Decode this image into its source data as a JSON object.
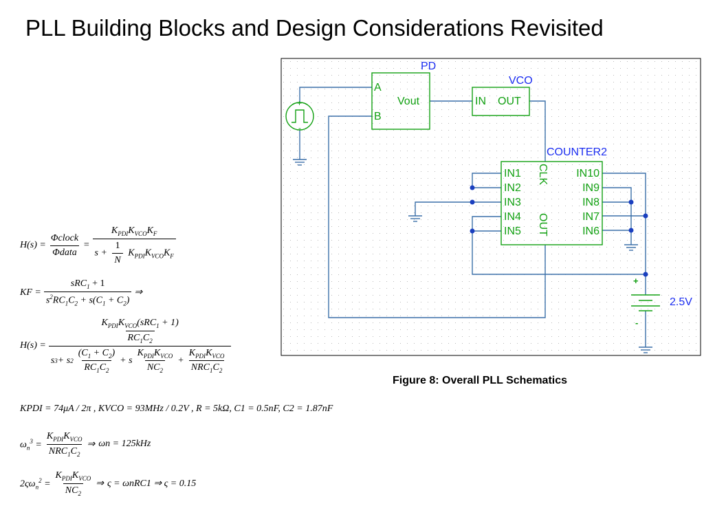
{
  "title": "PLL Building Blocks and Design Considerations Revisited",
  "figure_caption": "Figure 8: Overall PLL Schematics",
  "schematic": {
    "pd": {
      "name": "PD",
      "pin_a": "A",
      "pin_b": "B",
      "output": "Vout"
    },
    "vco": {
      "name": "VCO",
      "input": "IN",
      "output": "OUT"
    },
    "counter": {
      "name": "COUNTER2",
      "left_pins": [
        "IN1",
        "IN2",
        "IN3",
        "IN4",
        "IN5"
      ],
      "right_pins": [
        "IN10",
        "IN9",
        "IN8",
        "IN7",
        "IN6"
      ],
      "clk": "CLK",
      "out": "OUT"
    },
    "source": {
      "plus": "+",
      "minus": "-"
    },
    "battery": {
      "plus": "+",
      "minus": "-",
      "value": "2.5V"
    },
    "colors": {
      "wire": "#3a6fa8",
      "text_blue": "#1a2cf0",
      "text_green": "#11a011",
      "node": "#1a3fbf"
    }
  },
  "equations": {
    "hs_label": "H(s) =",
    "phi_clock": "Φclock",
    "phi_data": "Φdata",
    "eq": "=",
    "kf_label": "KF =",
    "implies": "⇒",
    "vals": "KPDI = 74μA / 2π , KVCO = 93MHz / 0.2V , R = 5kΩ, C1 = 0.5nF, C2 = 1.87nF",
    "wn_result": "ωn = 125kHz",
    "zeta_result": "ς = ωnRC1 ⇒ ς = 0.15"
  }
}
